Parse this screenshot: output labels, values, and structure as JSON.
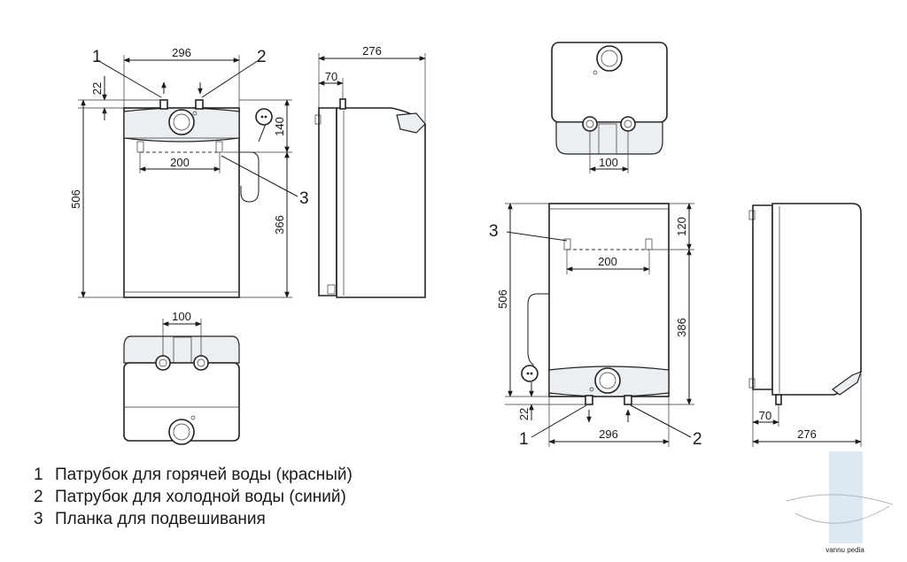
{
  "dimensions": {
    "top_width_296": "296",
    "top_offset_22": "22",
    "top_height_506": "506",
    "top_height_140": "140",
    "top_bracket_200": "200",
    "top_height_366": "366",
    "top_depth_276": "276",
    "top_offset_70": "70",
    "bottom_view_100": "100",
    "right_view_100": "100",
    "right_height_120": "120",
    "right_bracket_200": "200",
    "right_height_506": "506",
    "right_height_386": "386",
    "right_offset_22": "22",
    "right_width_296": "296",
    "right_offset_70": "70",
    "right_depth_276": "276"
  },
  "callouts": {
    "top_hot": "1",
    "top_cold": "2",
    "top_bracket": "3",
    "right_bracket": "3",
    "right_hot": "1",
    "right_cold": "2"
  },
  "legend": [
    {
      "num": "1",
      "text": "Патрубок для горячей воды (красный)"
    },
    {
      "num": "2",
      "text": "Патрубок для холодной воды (синий)"
    },
    {
      "num": "3",
      "text": "Планка для подвешивания"
    }
  ],
  "watermark_text": "vannu pedia"
}
